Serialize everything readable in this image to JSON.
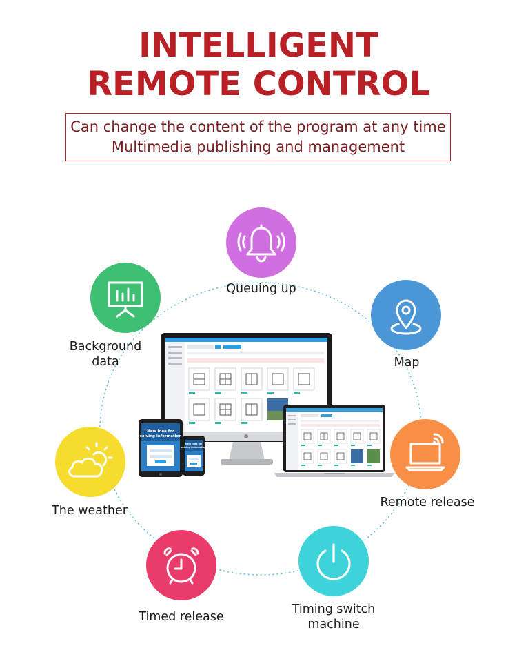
{
  "title": {
    "line1": "INTELLIGENT",
    "line2": "REMOTE CONTROL"
  },
  "subtitle": {
    "line1": "Can change the content of the program at any time",
    "line2": "Multimedia publishing and management"
  },
  "features": [
    {
      "id": "queuing",
      "icon": "bell-icon",
      "color": "#cf6fe0",
      "label": "Queuing up"
    },
    {
      "id": "map",
      "icon": "map-pin-icon",
      "color": "#4b96d6",
      "label": "Map"
    },
    {
      "id": "remote",
      "icon": "laptop-wifi-icon",
      "color": "#f88f47",
      "label": "Remote release"
    },
    {
      "id": "timing-switch",
      "icon": "power-icon",
      "color": "#3ed3d8",
      "label_line1": "Timing switch",
      "label_line2": "machine"
    },
    {
      "id": "timed",
      "icon": "alarm-clock-icon",
      "color": "#ea3c6b",
      "label": "Timed release"
    },
    {
      "id": "weather",
      "icon": "weather-icon",
      "color": "#f5dc2e",
      "label": "The weather"
    },
    {
      "id": "background",
      "icon": "presentation-chart-icon",
      "color": "#3fbf74",
      "label_line1": "Background",
      "label_line2": "data"
    }
  ],
  "devices": {
    "tablet_text_line1": "New idea for",
    "tablet_text_line2": "solving information",
    "phone_text_line1": "New idea for",
    "phone_text_line2": "solving information"
  },
  "colors": {
    "title": "#b92025",
    "ring": "#5bbfe0"
  }
}
